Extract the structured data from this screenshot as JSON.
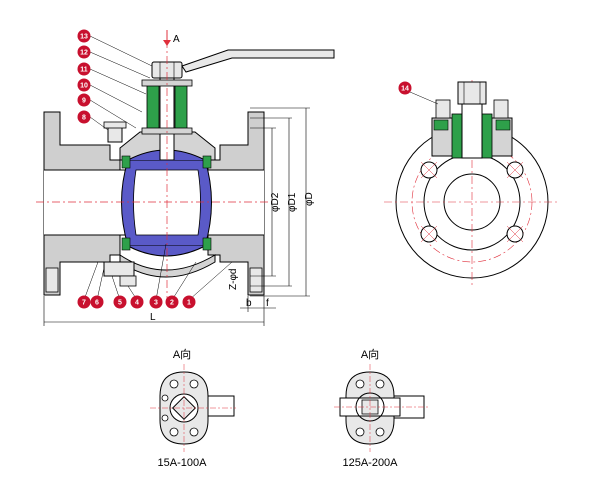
{
  "view_label": "A",
  "dims": {
    "d2": "φD2",
    "d1": "φD1",
    "d": "φD",
    "z": "Z-φd",
    "b": "b",
    "f": "f",
    "l": "L"
  },
  "callouts": [
    "13",
    "12",
    "11",
    "10",
    "9",
    "8",
    "7",
    "6",
    "5",
    "4",
    "3",
    "2",
    "1",
    "14"
  ],
  "views": [
    {
      "title": "A向",
      "caption": "15A-100A"
    },
    {
      "title": "A向",
      "caption": "125A-200A"
    }
  ],
  "colors": {
    "ball": "#5a5ac8",
    "seat": "#2ea04a",
    "callout": "#c8102e",
    "centerline": "#e0303c",
    "body": "#c8c8c8"
  }
}
